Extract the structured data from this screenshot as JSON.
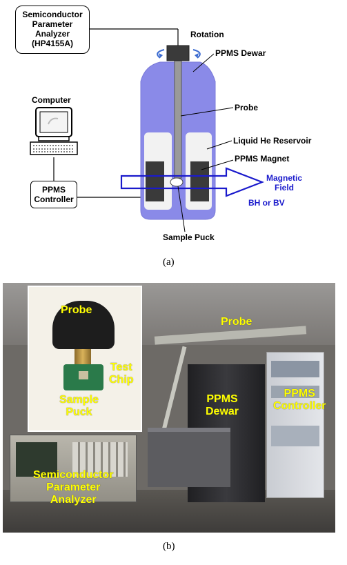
{
  "diagram_a": {
    "analyzer_lines": [
      "Semiconductor",
      "Parameter",
      "Analyzer",
      "(HP4155A)"
    ],
    "rotation": "Rotation",
    "dewar": "PPMS Dewar",
    "probe": "Probe",
    "reservoir": "Liquid He Reservoir",
    "magnet": "PPMS Magnet",
    "magnetic_field_lines": [
      "Magnetic",
      "Field"
    ],
    "field_components": "BH or BV",
    "computer": "Computer",
    "controller_lines": [
      "PPMS",
      "Controller"
    ],
    "sample_puck": "Sample Puck",
    "caption": "(a)"
  },
  "photo_b": {
    "inset_probe": "Probe",
    "inset_test_chip": [
      "Test",
      "Chip"
    ],
    "inset_sample_puck": [
      "Sample",
      "Puck"
    ],
    "probe": "Probe",
    "dewar": [
      "PPMS",
      "Dewar"
    ],
    "controller": [
      "PPMS",
      "Controller"
    ],
    "analyzer": [
      "Semiconductor",
      "Parameter",
      "Analyzer"
    ],
    "caption": "(b)"
  },
  "colors": {
    "dewar_fill": "#8a8ae8",
    "reservoir_fill": "#f2f2f2",
    "magnet_fill": "#3a3a3a",
    "field_arrow": "#1a1acc",
    "label_yellow": "#ffff00"
  }
}
